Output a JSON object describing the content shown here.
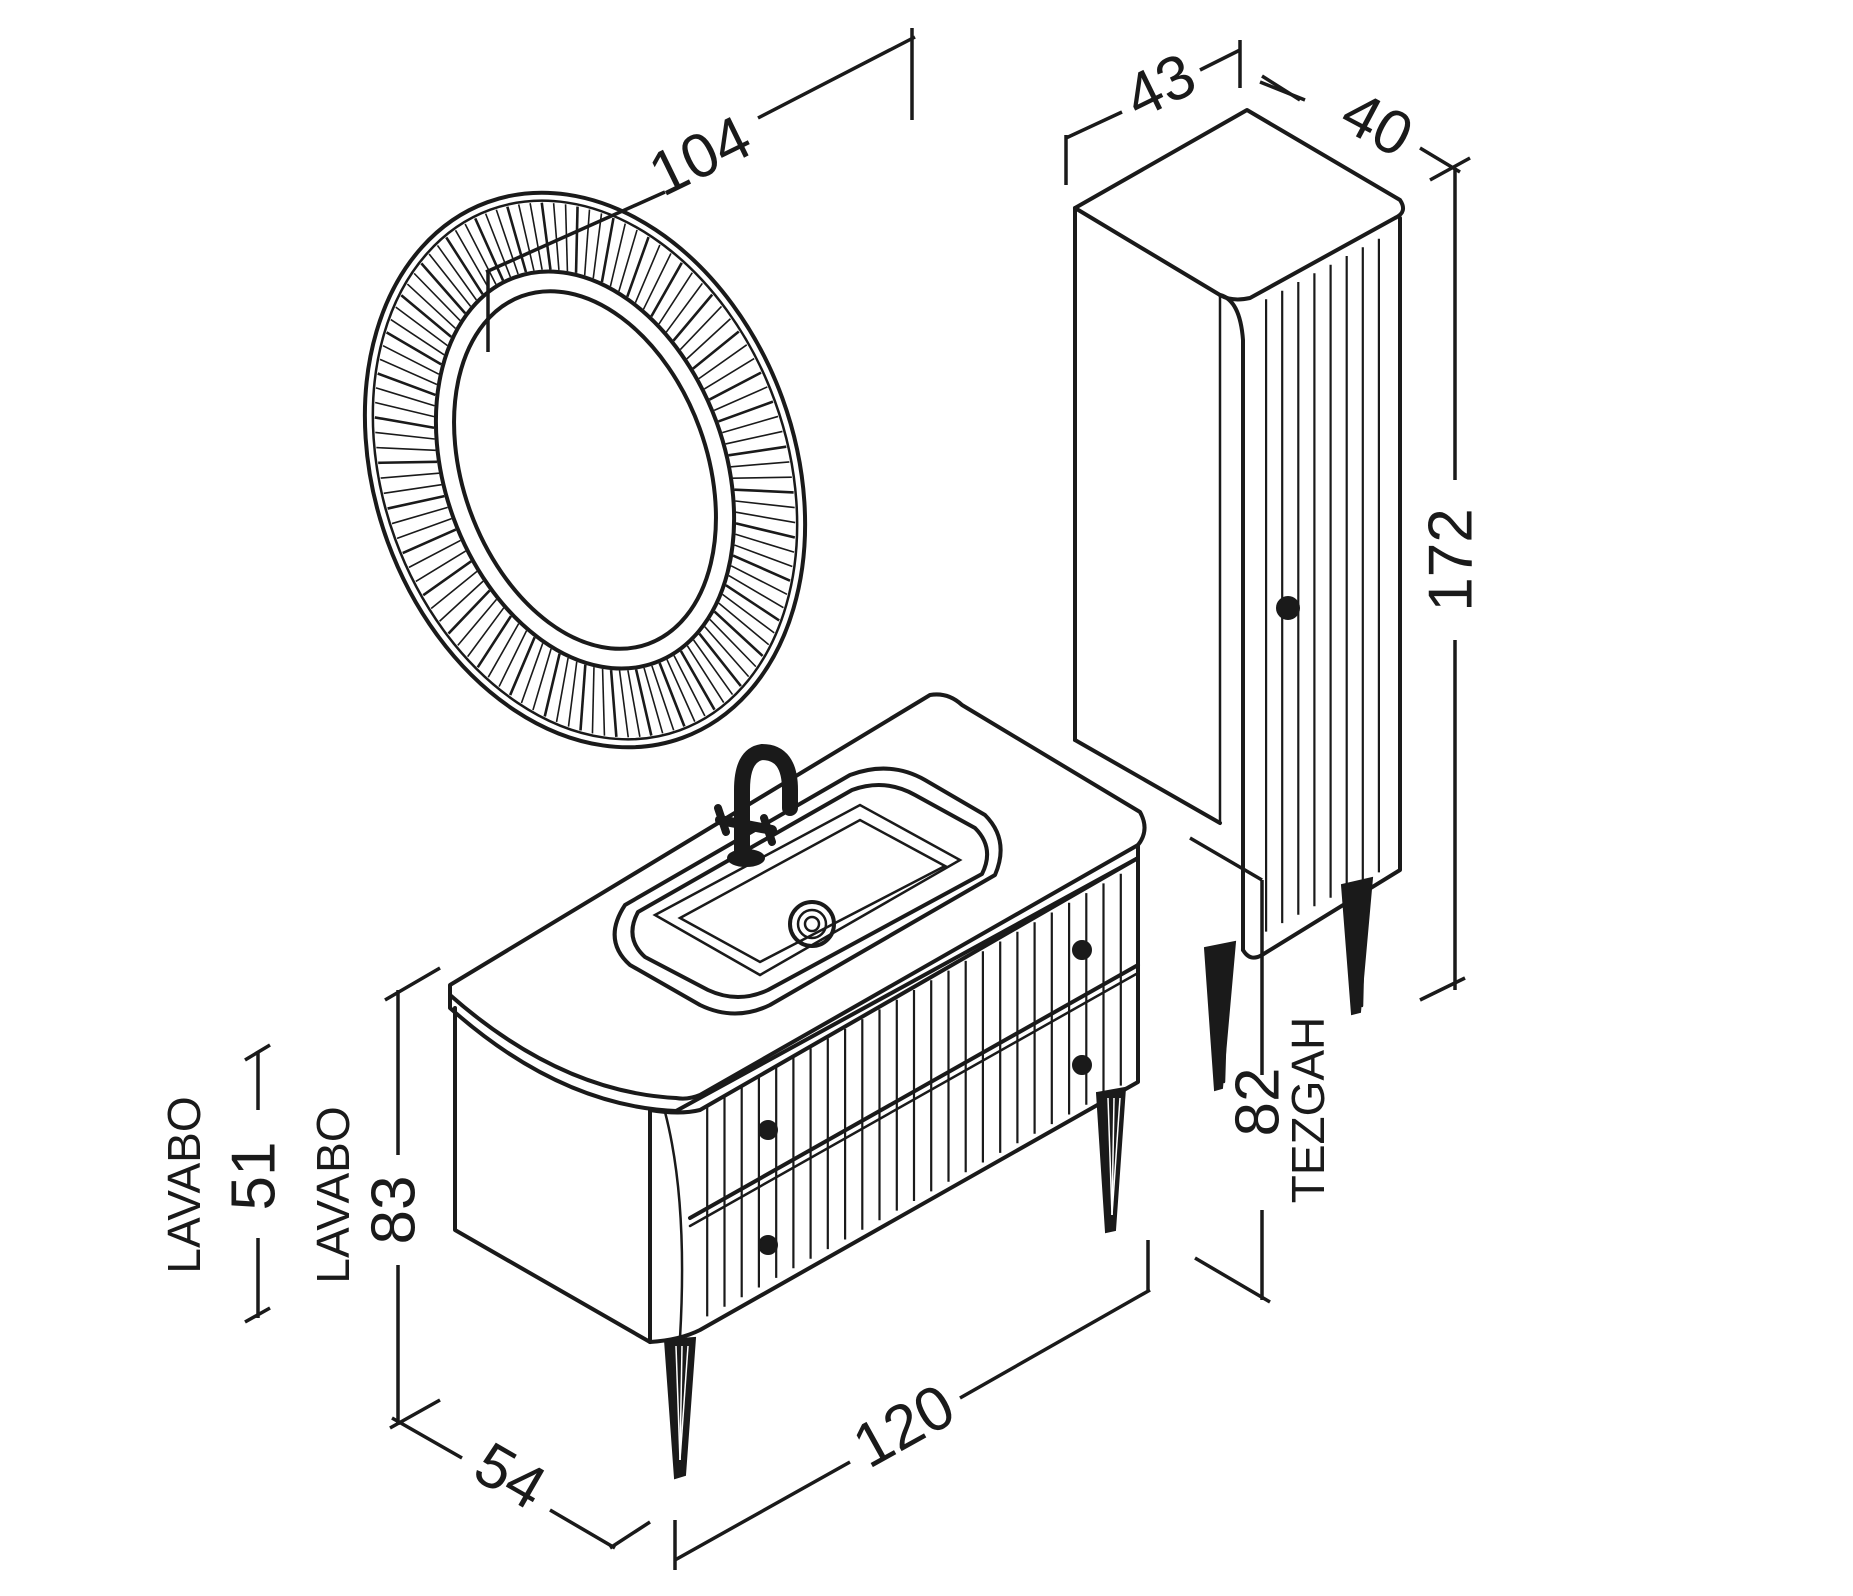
{
  "dimensions": {
    "mirror_width": "104",
    "tall_cabinet_depth": "43",
    "tall_cabinet_width": "40",
    "tall_cabinet_height": "172",
    "vanity_width": "120",
    "vanity_depth": "54",
    "vanity_height": "83",
    "vanity_height_label": "LAVABO",
    "basin_height": "51",
    "basin_height_label": "LAVABO",
    "counter_height": "82",
    "counter_height_label": "TEZGAH"
  },
  "colors": {
    "line": "#1a1a1a",
    "background": "#ffffff"
  }
}
